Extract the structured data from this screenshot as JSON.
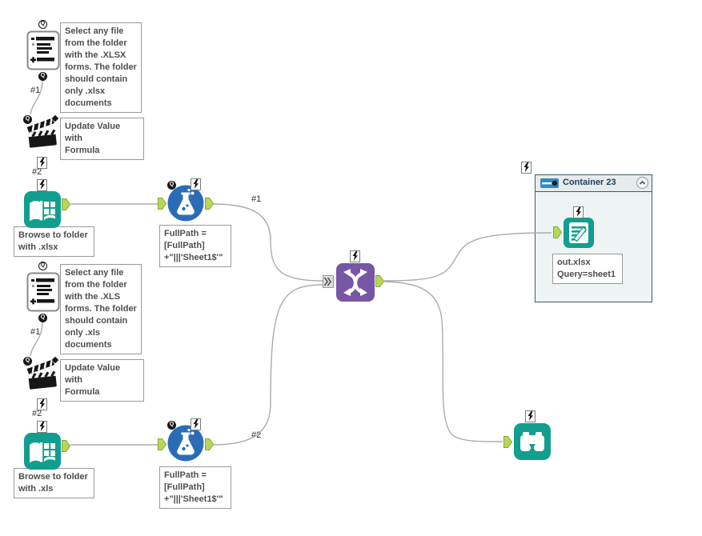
{
  "glyphs": {
    "q": "Q"
  },
  "colors": {
    "tool_teal": "#119e8f",
    "formula_blue": "#2a6db6",
    "union_purple": "#7656a5",
    "anchor_green": "#b8d657",
    "anchor_green_border": "#85a732",
    "wire_gray": "#ababab",
    "container_border": "#3f5e63",
    "container_header_bg": "#e7ebec",
    "container_body_bg": "#eef3f4",
    "container_title_color": "#1e3d5c",
    "annotation_text_color": "#4e4e4e"
  },
  "branches": [
    {
      "name": "xlsx",
      "comment": "Select any file\nfrom the folder\nwith the .XLSX\nforms. The folder\nshould contain\nonly .xlsx\ndocuments",
      "action_annotation": "Update Value with\nFormula",
      "conn_in_label": "#1",
      "conn_mid_label": "#2",
      "browse_annotation": "Browse to folder\nwith .xlsx",
      "formula_annotation": "FullPath =\n[FullPath]\n+\"|||'Sheet1$'\"",
      "conn_out_label": "#1"
    },
    {
      "name": "xls",
      "comment": "Select any file\nfrom the folder\nwith the .XLS\nforms. The folder\nshould contain\nonly .xls\ndocuments",
      "action_annotation": "Update Value with\nFormula",
      "conn_in_label": "#1",
      "conn_mid_label": "#2",
      "browse_annotation": "Browse to folder\nwith .xls",
      "formula_annotation": "FullPath =\n[FullPath]\n+\"|||'Sheet1$'\"",
      "conn_out_label": "#2"
    }
  ],
  "container": {
    "title": "Container 23",
    "output_annotation": "out.xlsx\nQuery=sheet1"
  }
}
